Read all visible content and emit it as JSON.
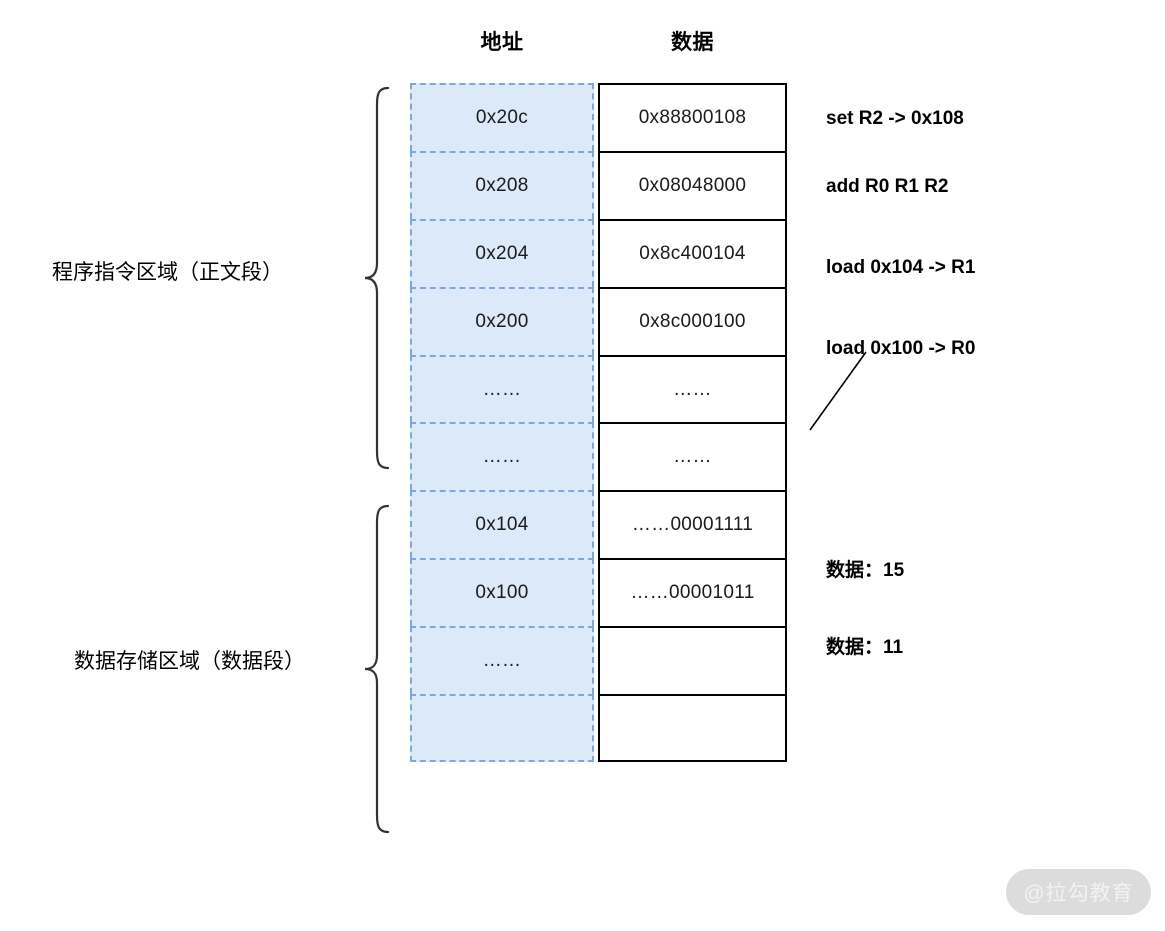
{
  "headers": {
    "address": "地址",
    "data": "数据"
  },
  "rows": [
    {
      "address": "0x20c",
      "data": "0x88800108",
      "annotation": "set R2 -> 0x108"
    },
    {
      "address": "0x208",
      "data": "0x08048000",
      "annotation": "add R0 R1 R2"
    },
    {
      "address": "0x204",
      "data": "0x8c400104",
      "annotation": "load 0x104 -> R1"
    },
    {
      "address": "0x200",
      "data": "0x8c000100",
      "annotation": "load 0x100 -> R0"
    },
    {
      "address": "……",
      "data": "……",
      "annotation": ""
    },
    {
      "address": "……",
      "data": "……",
      "annotation": ""
    },
    {
      "address": "0x104",
      "data": "……00001111",
      "annotation": "数据：15"
    },
    {
      "address": "0x100",
      "data": "……00001011",
      "annotation": "数据：11"
    },
    {
      "address": "……",
      "data": "",
      "annotation": ""
    },
    {
      "address": "",
      "data": "",
      "annotation": ""
    }
  ],
  "sections": [
    {
      "label": "程序指令区域（正文段）"
    },
    {
      "label": "数据存储区域（数据段）"
    }
  ],
  "watermark": {
    "text": "@拉勾教育"
  },
  "colors": {
    "address_fill": "#dce9f8",
    "address_border": "#7fa8d8",
    "data_border": "#000000",
    "text": "#000000",
    "watermark_bg": "#dcdcdc",
    "watermark_text": "#f2f2f2"
  }
}
